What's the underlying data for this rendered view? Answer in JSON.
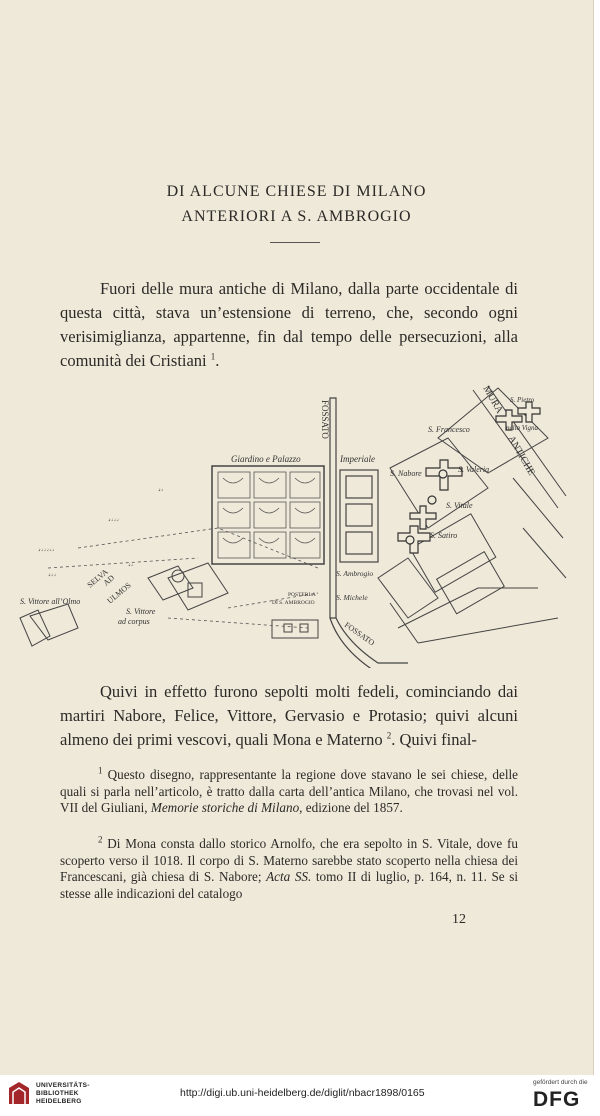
{
  "header": {
    "title_line1": "DI ALCUNE CHIESE DI MILANO",
    "title_line2": "ANTERIORI A S. AMBROGIO"
  },
  "intro": {
    "text": "Fuori delle mura antiche di Milano, dalla parte occidentale di questa città, stava un’estensione di terreno, che, secondo ogni verisimiglianza, appartenne, fin dal tempo delle persecuzioni, alla comunità dei Cristiani",
    "note_ref": "1",
    "end": "."
  },
  "map": {
    "labels": {
      "fossato_top": "FOSSATO",
      "fossato_bottom": "FOSSATO",
      "giardino": "Giardino e Palazzo",
      "imperiale": "Imperiale",
      "mura": "MURA",
      "antiche": "ANTICHE",
      "s_francesco": "S. Francesco",
      "s_pietro": "S. Pietro",
      "vigna": "nella Vigna",
      "s_nabore": "S. Nabore",
      "s_valeria": "S. Valeria",
      "s_vitale": "S. Vitale",
      "s_satiro": "S. Satiro",
      "s_ambrogio": "S. Ambrogio",
      "s_michele": "S. Michele",
      "posterla_1": "POSTERLA",
      "posterla_2": "DI S. AMBROGIO",
      "s_vittore_olmo": "S. Vittore all’Olmo",
      "selva": "SELVA",
      "ad": "AD",
      "ulmos": "ULMOS",
      "s_vittore_corpus_1": "S. Vittore",
      "s_vittore_corpus_2": "ad corpus"
    }
  },
  "body": {
    "text_before": "Quivi in effetto furono sepolti molti fedeli, cominciando dai martiri Nabore, Felice, Vittore, Gervasio e Protasio; quivi alcuni almeno dei primi vescovi, quali Mona e Materno",
    "note_ref": "2",
    "text_after": ". Quivi final-"
  },
  "footnotes": {
    "fn1_num": "1",
    "fn1_before": "Questo disegno, rappresentante la regione dove stavano le sei chiese, delle quali si parla nell’articolo, è tratto dalla carta dell’antica Milano, che trovasi nel vol. VII del Giuliani,",
    "fn1_italic": "Memorie storiche di Milano,",
    "fn1_after": "edizione del 1857.",
    "fn2_num": "2",
    "fn2_before": "Di Mona consta dallo storico Arnolfo, che era sepolto in S. Vitale, dove fu scoperto verso il 1018. Il corpo di S. Materno sarebbe stato scoperto nella chiesa dei Francescani, già chiesa di S. Nabore;",
    "fn2_italic": "Acta SS.",
    "fn2_after": "tomo II di luglio, p. 164, n. 11. Se si stesse alle indicazioni del catalogo"
  },
  "page_number": "12",
  "footer": {
    "library_line1": "UNIVERSITÄTS-",
    "library_line2": "BIBLIOTHEK",
    "library_line3": "HEIDELBERG",
    "url": "http://digi.ub.uni-heidelberg.de/diglit/nbacr1898/0165",
    "funder_label": "gefördert durch die",
    "funder_logo": "DFG"
  },
  "colors": {
    "paper": "#efe9d9",
    "ink": "#2b2a27",
    "library_red": "#a3262a"
  }
}
